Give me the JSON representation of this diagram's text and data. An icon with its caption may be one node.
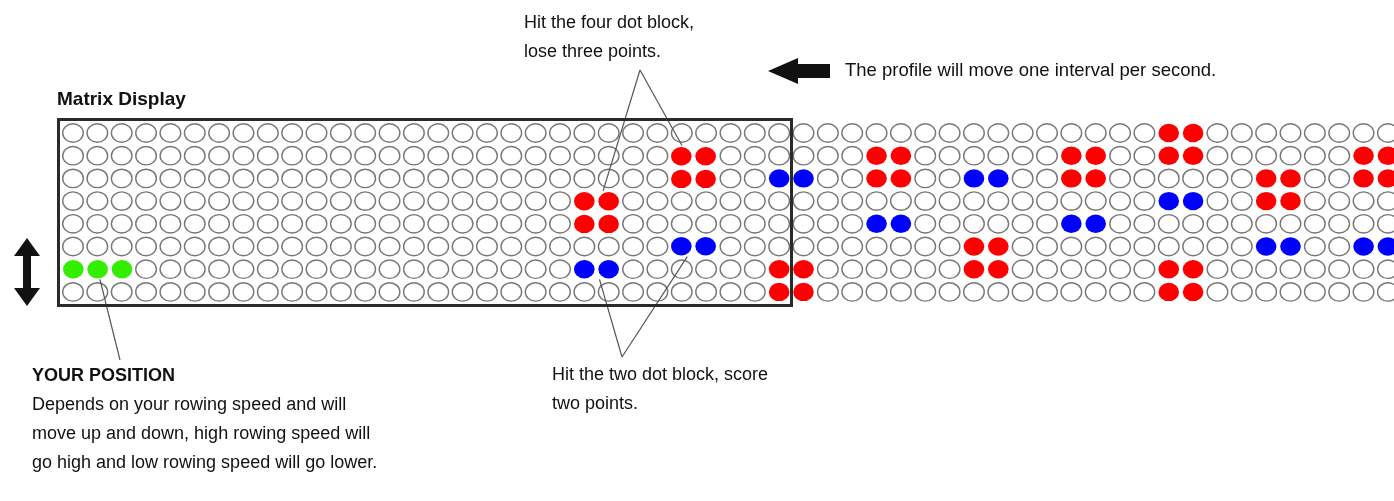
{
  "diagram": {
    "nodes": [
      {
        "text": [
          "Matrix Display"
        ]
      },
      {
        "text": [],
        "shape": "circle",
        "in": 0
      },
      {
        "text": [],
        "shape": "circle",
        "in": 0
      },
      {
        "text": [],
        "shape": "circle",
        "in": 0
      },
      {
        "text": [],
        "shape": "circle",
        "in": 0
      },
      {
        "text": [],
        "shape": "circle",
        "in": 0
      },
      {
        "text": [
          "Hit the four dot block, lose three points."
        ]
      },
      {
        "text": [
          "Hit the two dot block, score two points."
        ]
      },
      {
        "text": [
          "YOUR POSITION",
          "Depends on your rowing speed and will move up and down, high rowing speed will go high and low rowing speed will go lower."
        ]
      }
    ],
    "edges": [
      {
        "from": 6,
        "to": 1,
        "arrow": "none"
      },
      {
        "from": 6,
        "to": 2,
        "arrow": "none"
      },
      {
        "from": 7,
        "to": 3,
        "arrow": "none"
      },
      {
        "from": 7,
        "to": 4,
        "arrow": "none"
      },
      {
        "from": 8,
        "to": 5,
        "arrow": "none"
      }
    ],
    "labels": [
      "The profile will move one interval per second."
    ]
  }
}
